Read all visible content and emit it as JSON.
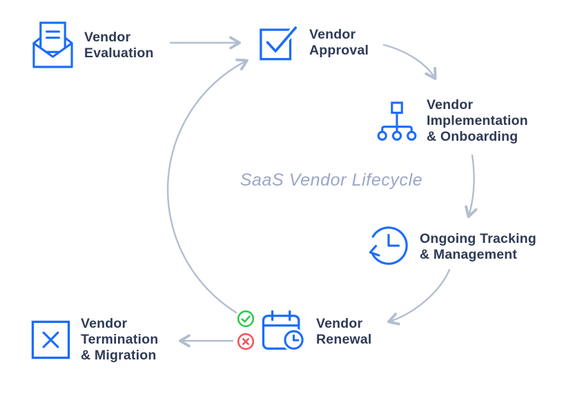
{
  "title": "SaaS Vendor Lifecycle",
  "colors": {
    "blue": "#1b6cfa",
    "navy": "#2e3a56",
    "arrow": "#b3bdd0",
    "center_text": "#9aa6c6",
    "green": "#2fc84e",
    "red": "#f2545b"
  },
  "nodes": [
    {
      "id": "evaluation",
      "icon": "envelope-icon",
      "label_lines": [
        "Vendor",
        "Evaluation"
      ]
    },
    {
      "id": "approval",
      "icon": "checkbox-check-icon",
      "label_lines": [
        "Vendor",
        "Approval"
      ]
    },
    {
      "id": "implementation",
      "icon": "org-chart-icon",
      "label_lines": [
        "Vendor",
        "Implementation",
        "& Onboarding"
      ]
    },
    {
      "id": "tracking",
      "icon": "clock-history-icon",
      "label_lines": [
        "Ongoing Tracking",
        "& Management"
      ]
    },
    {
      "id": "renewal",
      "icon": "calendar-clock-icon",
      "label_lines": [
        "Vendor",
        "Renewal"
      ],
      "badges": [
        "approve-check-circle",
        "reject-x-circle"
      ]
    },
    {
      "id": "termination",
      "icon": "x-square-icon",
      "label_lines": [
        "Vendor",
        "Termination",
        "& Migration"
      ]
    }
  ],
  "edges": [
    {
      "from": "evaluation",
      "to": "approval"
    },
    {
      "from": "approval",
      "to": "implementation"
    },
    {
      "from": "implementation",
      "to": "tracking"
    },
    {
      "from": "tracking",
      "to": "renewal"
    },
    {
      "from": "renewal",
      "to": "termination"
    },
    {
      "from": "renewal",
      "to": "approval"
    }
  ]
}
